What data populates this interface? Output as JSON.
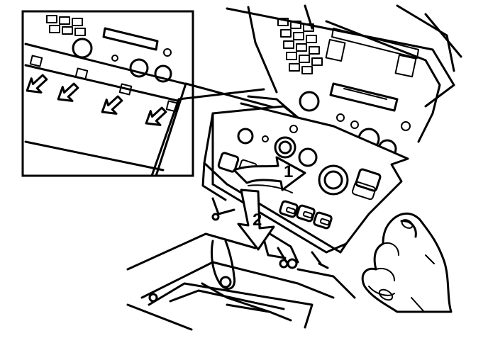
{
  "diagram": {
    "steps": [
      {
        "number": "1",
        "icon": "curved-arrow-icon"
      },
      {
        "number": "2",
        "icon": "down-arrow-icon"
      }
    ],
    "detail_inset": {
      "icon": "push-arrow-icon",
      "arrow_count": 4
    }
  }
}
